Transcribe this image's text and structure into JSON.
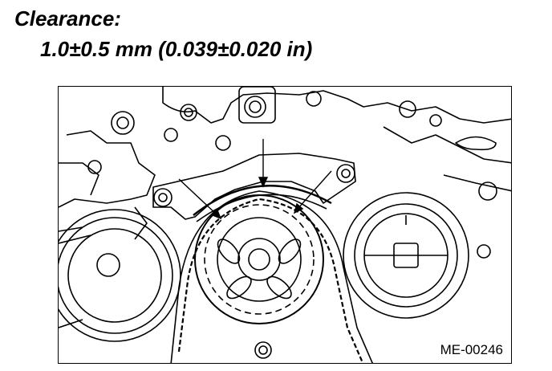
{
  "header": {
    "title": "Clearance:",
    "value": "1.0±0.5 mm (0.039±0.020 in)"
  },
  "figure": {
    "id": "ME-00246"
  }
}
